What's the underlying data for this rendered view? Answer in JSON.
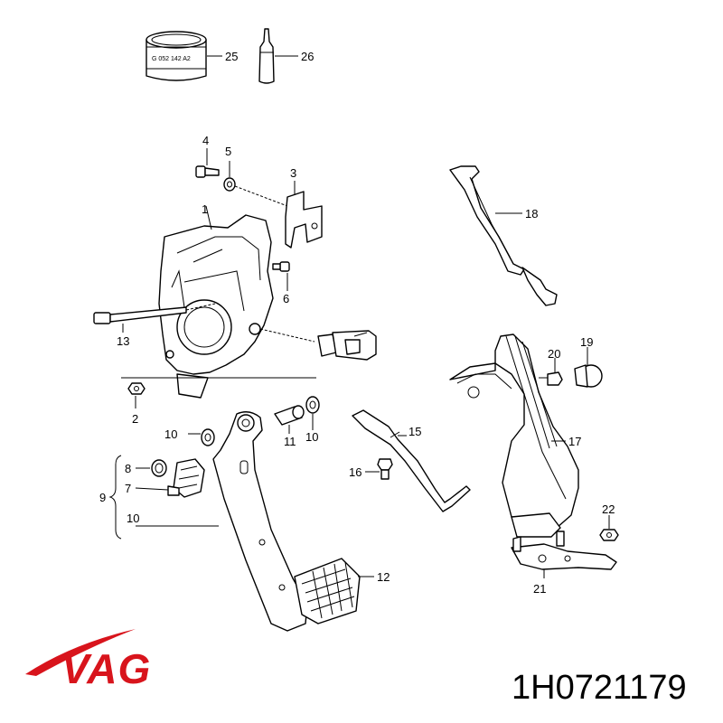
{
  "brand": {
    "logo_text": "VAG",
    "color": "#d8141c"
  },
  "part_number": "1H0721179",
  "sealant_label": "G 052 142 A2",
  "callouts": {
    "c1": "1",
    "c2": "2",
    "c3": "3",
    "c4": "4",
    "c5": "5",
    "c6": "6",
    "c7": "7",
    "c8": "8",
    "c9": "9",
    "c10a": "10",
    "c10b": "10",
    "c10c": "10",
    "c11": "11",
    "c12": "12",
    "c13": "13",
    "c15": "15",
    "c16": "16",
    "c17": "17",
    "c18": "18",
    "c19": "19",
    "c20": "20",
    "c21": "21",
    "c22": "22",
    "c25": "25",
    "c26": "26"
  }
}
